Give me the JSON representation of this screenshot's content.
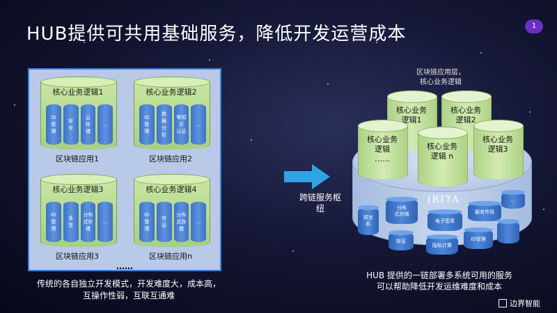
{
  "title": "HUB提供可共用基础服务，降低开发运营成本",
  "page_number": "1",
  "left": {
    "apps": [
      {
        "logic": "核心业务逻辑1",
        "services": [
          "ID\n管\n理",
          "安\n全",
          "云\n存\n储",
          "..."
        ],
        "label": "区块链应用1"
      },
      {
        "logic": "核心业务逻辑2",
        "services": [
          "ID\n管\n理",
          "数\n据\n分\n析",
          "零知识\n认证",
          "..."
        ],
        "label": "区块链应用2"
      },
      {
        "logic": "核心业务逻辑3",
        "services": [
          "ID\n管\n理",
          "多\n签",
          "分布\n式存储",
          "..."
        ],
        "label": "区块链应用3"
      },
      {
        "logic": "核心业务逻辑4",
        "services": [
          "ID\n管\n理",
          "存\n证",
          "分布\n式存储",
          "..."
        ],
        "label": "区块链应用n"
      }
    ],
    "ellipsis": "……",
    "caption": "传统的各自独立开发模式，开发难度大，成本高，互操作性弱，互联互通难"
  },
  "arrow_label": "跨链服务枢纽",
  "hub": {
    "header": "区块链应用层，\n核心业务逻辑",
    "cores": [
      {
        "label": "核心业务\n逻辑1"
      },
      {
        "label": "核心业务\n逻辑2"
      },
      {
        "label": "核心业务\n逻辑\n……"
      },
      {
        "label": "核心业务\n逻辑 n"
      },
      {
        "label": "核心业务\n逻辑3"
      }
    ],
    "brand_text": "IRITA",
    "services": [
      "预言\n机",
      "分布\n式存储",
      "电子签章",
      "服务市场",
      "...",
      "存证",
      "隐私计算",
      "ID管理"
    ],
    "caption": "HUB 提供的一链部署多系统可用的服务\n可以帮助降低开发运维难度和成本"
  },
  "footer_brand": "边界智能"
}
